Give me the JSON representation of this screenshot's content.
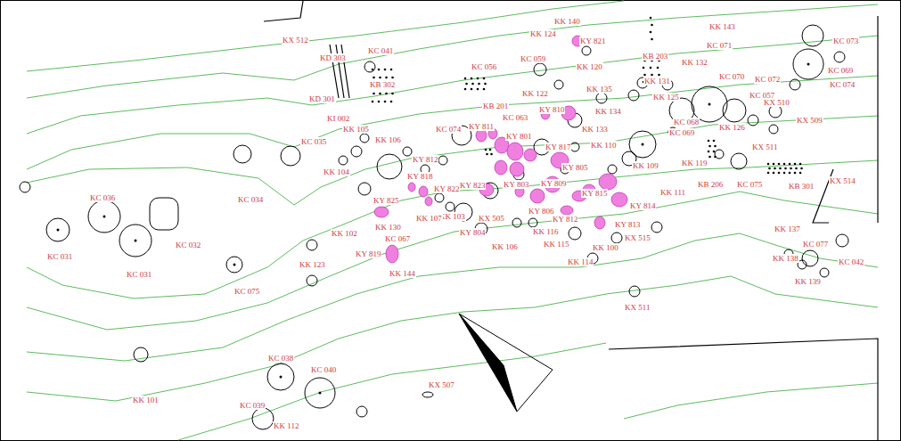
{
  "diagram": {
    "labels": [
      "KX 512",
      "KD 303",
      "KC 041",
      "KB 302",
      "KD 301",
      "KI 002",
      "KK 105",
      "KK 106",
      "KC 035",
      "KK 104",
      "KC 036",
      "KC 034",
      "KC 031",
      "KC 032",
      "KC 031",
      "KC 075",
      "KK 123",
      "KK 102",
      "KK 130",
      "KC 067",
      "KY 819",
      "KK 144",
      "KK 101",
      "KC 038",
      "KC 040",
      "KC 039",
      "KK 112",
      "KX 507",
      "KX 511",
      "KK 124",
      "KK 140",
      "KY 821",
      "KC 056",
      "KC 059",
      "KK 120",
      "KB 201",
      "KK 122",
      "KK 135",
      "KK 134",
      "KY 810",
      "KK 133",
      "KB 203",
      "KK 131",
      "KK 143",
      "KC 071",
      "KK 132",
      "KC 070",
      "KC 072",
      "KC 057",
      "KK 125",
      "KC 073",
      "KC 069",
      "KC 074",
      "KX 509",
      "KX 510",
      "KK 126",
      "KC 068",
      "KC 069",
      "KX 511",
      "KK 119",
      "KB 206",
      "KC 075",
      "KB 301",
      "KX 514",
      "KK 137",
      "KC 077",
      "KC 042",
      "KK 138",
      "KK 139",
      "KK 110",
      "KK 109",
      "KK 111",
      "KY 817",
      "KY 801",
      "KY 811",
      "KY 814",
      "KY 813",
      "KX 515",
      "KK 116",
      "KK 115",
      "KK 114",
      "KK 100",
      "KY 812",
      "KY 806",
      "KY 815",
      "KY 805",
      "KY 803",
      "KK 103",
      "KK 107",
      "KX 505",
      "KK 106",
      "KY 804",
      "KY 822",
      "KY 825",
      "KY 818",
      "KY 812",
      "KC 074",
      "KY 809",
      "KY 823",
      "KC 063"
    ]
  }
}
